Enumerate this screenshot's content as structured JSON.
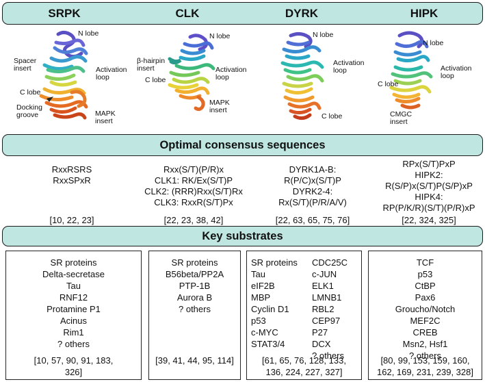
{
  "header": {
    "columns": [
      "SRPK",
      "CLK",
      "DYRK",
      "HIPK"
    ]
  },
  "structures": {
    "srpk": {
      "labels": [
        "N lobe",
        "Spacer insert",
        "Activation loop",
        "C lobe",
        "Docking groove",
        "MAPK insert"
      ]
    },
    "clk": {
      "labels": [
        "N lobe",
        "β-hairpin insert",
        "Activation loop",
        "C lobe",
        "MAPK insert"
      ]
    },
    "dyrk": {
      "labels": [
        "N lobe",
        "Activation loop",
        "C lobe"
      ]
    },
    "hipk": {
      "labels": [
        "N lobe",
        "Activation loop",
        "C lobe",
        "CMGC insert"
      ]
    }
  },
  "consensus": {
    "title": "Optimal consensus sequences",
    "srpk": {
      "lines": [
        "RxxRSRS",
        "RxxSPxR"
      ],
      "refs": "[10, 22, 23]"
    },
    "clk": {
      "lines": [
        "Rxx(S/T)(P/R)x",
        "CLK1: RK/Ex(S/T)P",
        "CLK2: (RRR)Rxx(S/T)Rx",
        "CLK3: RxxR(S/T)Px"
      ],
      "refs": "[22, 23, 38, 42]"
    },
    "dyrk": {
      "lines": [
        "DYRK1A-B:",
        "R(P/C)x(S/T)P",
        "DYRK2-4:",
        "Rx(S/T)(P/R/A/V)"
      ],
      "refs": "[22, 63, 65, 75, 76]"
    },
    "hipk": {
      "lines": [
        "RPx(S/T)PxP",
        "HIPK2:",
        "R(S/P)x(S/T)P(S/P)xP",
        "HIPK4:",
        "RP(P/K/R)(S/T)(P/R)xP"
      ],
      "refs": "[22, 324, 325]"
    }
  },
  "substrates": {
    "title": "Key substrates",
    "srpk": {
      "items": [
        "SR proteins",
        "Delta-secretase",
        "Tau",
        "RNF12",
        "Protamine P1",
        "Acinus",
        "Rim1",
        "? others"
      ],
      "refs": [
        "[10, 57, 90, 91, 183,",
        "326]"
      ]
    },
    "clk": {
      "items": [
        "SR proteins",
        "B56beta/PP2A",
        "PTP-1B",
        "Aurora B",
        "? others"
      ],
      "refs": [
        "[39, 41, 44, 95, 114]"
      ]
    },
    "dyrk": {
      "left": [
        "SR proteins",
        "Tau",
        "eIF2B",
        "MBP",
        "Cyclin D1",
        "p53",
        "c-MYC",
        "STAT3/4"
      ],
      "right": [
        "CDC25C",
        "c-JUN",
        "ELK1",
        "LMNB1",
        "RBL2",
        "CEP97",
        "P27",
        "DCX",
        "? others"
      ],
      "refs": [
        "[61, 65, 76, 128, 133,",
        "136, 224, 227, 327]"
      ]
    },
    "hipk": {
      "items": [
        "TCF",
        "p53",
        "CtBP",
        "Pax6",
        "Groucho/Notch",
        "MEF2C",
        "CREB",
        "Msn2, Hsf1",
        "? others"
      ],
      "refs": [
        "[80, 99, 153, 159, 160,",
        "162, 169, 231, 239, 328]"
      ]
    }
  },
  "colors": {
    "header_fill": "#bfe6e1",
    "border": "#1a1a1a"
  }
}
